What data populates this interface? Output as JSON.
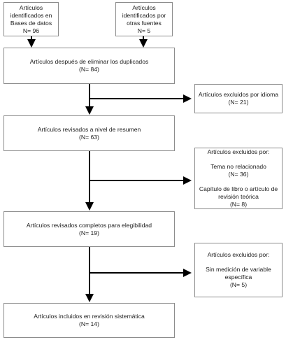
{
  "boxes": {
    "db": {
      "lines": [
        "Artículos",
        "identificados en",
        "Bases de datos",
        "N= 96"
      ]
    },
    "other": {
      "lines": [
        "Artículos",
        "identificados por",
        "otras fuentes",
        "N= 5"
      ]
    },
    "dedup": {
      "lines": [
        "Artículos después de eliminar los duplicados",
        "(N= 84)"
      ]
    },
    "excl_lang": {
      "lines": [
        "Artículos excluidos por idioma",
        "(N= 21)"
      ]
    },
    "abstract": {
      "lines": [
        "Artículos revisados a nivel de resumen",
        "(N= 63)"
      ]
    },
    "excl_abstract": {
      "header": "Artículos excluidos por:",
      "reason1": [
        "Tema no relacionado",
        "(N= 36)"
      ],
      "reason2": [
        "Capítulo de libro o artículo de",
        "revisión teórica",
        "(N= 8)"
      ]
    },
    "fulltext": {
      "lines": [
        "Artículos revisados completos para elegibilidad",
        "(N= 19)"
      ]
    },
    "excl_full": {
      "header": "Artículos excluidos por:",
      "reason1": [
        "Sin medición de variable",
        "específica",
        "(N= 5)"
      ]
    },
    "included": {
      "lines": [
        "Artículos incluidos en revisión sistemática",
        "(N= 14)"
      ]
    }
  }
}
